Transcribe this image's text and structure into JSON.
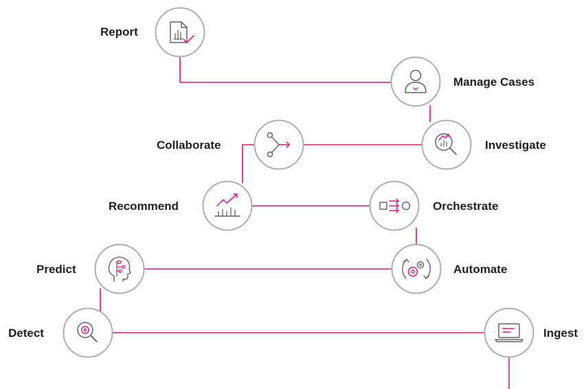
{
  "colors": {
    "connector": "#e0127f",
    "circle_stroke": "#a9aeb2",
    "icon_gray": "#5e6368",
    "icon_accent": "#e0127f",
    "label": "#1f1f22",
    "background": "#ffffff"
  },
  "nodes": [
    {
      "id": "report",
      "label": "Report",
      "icon": "report-chart-check-icon"
    },
    {
      "id": "manage-cases",
      "label": "Manage Cases",
      "icon": "user-case-icon"
    },
    {
      "id": "investigate",
      "label": "Investigate",
      "icon": "magnifier-chart-icon"
    },
    {
      "id": "collaborate",
      "label": "Collaborate",
      "icon": "share-branch-icon"
    },
    {
      "id": "recommend",
      "label": "Recommend",
      "icon": "trend-bars-icon"
    },
    {
      "id": "orchestrate",
      "label": "Orchestrate",
      "icon": "flow-square-circle-icon"
    },
    {
      "id": "automate",
      "label": "Automate",
      "icon": "gears-cycle-icon"
    },
    {
      "id": "predict",
      "label": "Predict",
      "icon": "head-circuit-icon"
    },
    {
      "id": "detect",
      "label": "Detect",
      "icon": "magnifier-gear-icon"
    },
    {
      "id": "ingest",
      "label": "Ingest",
      "icon": "laptop-icon"
    }
  ]
}
